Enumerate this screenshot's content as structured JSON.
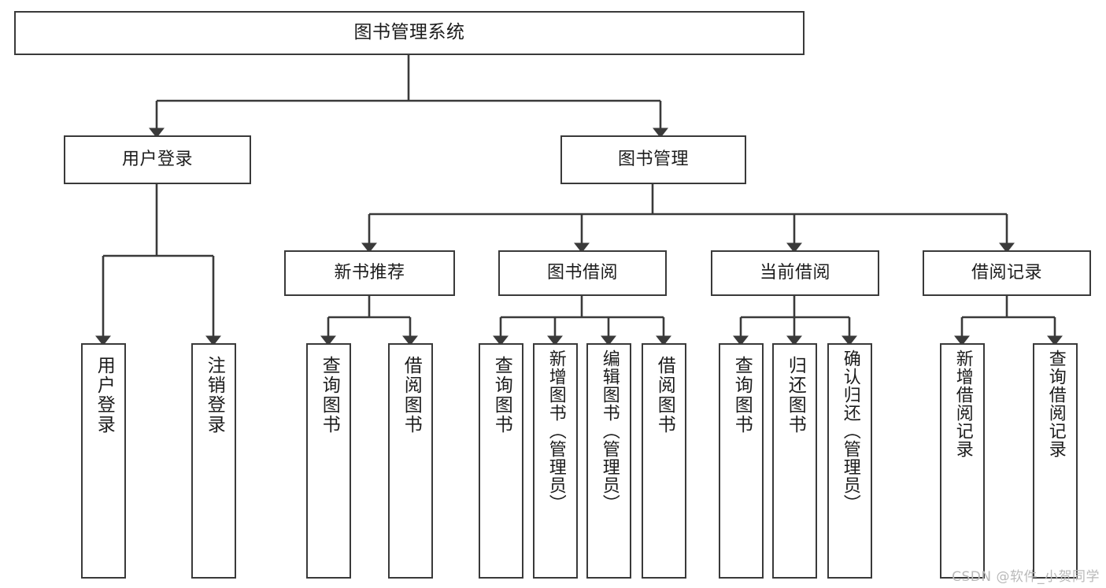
{
  "diagram": {
    "type": "tree-hierarchy-chart",
    "title": "图书管理系统",
    "root": {
      "label": "图书管理系统"
    },
    "level1": [
      {
        "id": "user-login",
        "label": "用户登录"
      },
      {
        "id": "book-management",
        "label": "图书管理"
      }
    ],
    "level2": [
      {
        "id": "new-book-recommend",
        "label": "新书推荐",
        "parent": "book-management"
      },
      {
        "id": "book-borrow",
        "label": "图书借阅",
        "parent": "book-management"
      },
      {
        "id": "current-borrow",
        "label": "当前借阅",
        "parent": "book-management"
      },
      {
        "id": "borrow-record",
        "label": "借阅记录",
        "parent": "book-management"
      }
    ],
    "leaves": [
      {
        "id": "leaf-user-login",
        "label": "用户登录",
        "parent": "user-login"
      },
      {
        "id": "leaf-logout-login",
        "label": "注销登录",
        "parent": "user-login"
      },
      {
        "id": "leaf-query-book-1",
        "label": "查询图书",
        "parent": "new-book-recommend"
      },
      {
        "id": "leaf-borrow-book-1",
        "label": "借阅图书",
        "parent": "new-book-recommend"
      },
      {
        "id": "leaf-query-book-2",
        "label": "查询图书",
        "parent": "book-borrow"
      },
      {
        "id": "leaf-add-book",
        "label": "新增图书（管理员）",
        "parent": "book-borrow"
      },
      {
        "id": "leaf-edit-book",
        "label": "编辑图书（管理员）",
        "parent": "book-borrow"
      },
      {
        "id": "leaf-borrow-book-2",
        "label": "借阅图书",
        "parent": "book-borrow"
      },
      {
        "id": "leaf-query-book-3",
        "label": "查询图书",
        "parent": "current-borrow"
      },
      {
        "id": "leaf-return-book",
        "label": "归还图书",
        "parent": "current-borrow"
      },
      {
        "id": "leaf-confirm-return",
        "label": "确认归还（管理员）",
        "parent": "current-borrow"
      },
      {
        "id": "leaf-add-borrow-record",
        "label": "新增借阅记录",
        "parent": "borrow-record"
      },
      {
        "id": "leaf-query-borrow-record",
        "label": "查询借阅记录",
        "parent": "borrow-record"
      }
    ],
    "colors": {
      "background": "#ffffff",
      "node_fill": "#ffffff",
      "node_border": "#3a3a3a",
      "connector": "#3a3a3a",
      "text": "#1c1c1c",
      "watermark": "#b9b9b9"
    }
  },
  "watermark": {
    "text": "CSDN @软件_小贺同学"
  }
}
